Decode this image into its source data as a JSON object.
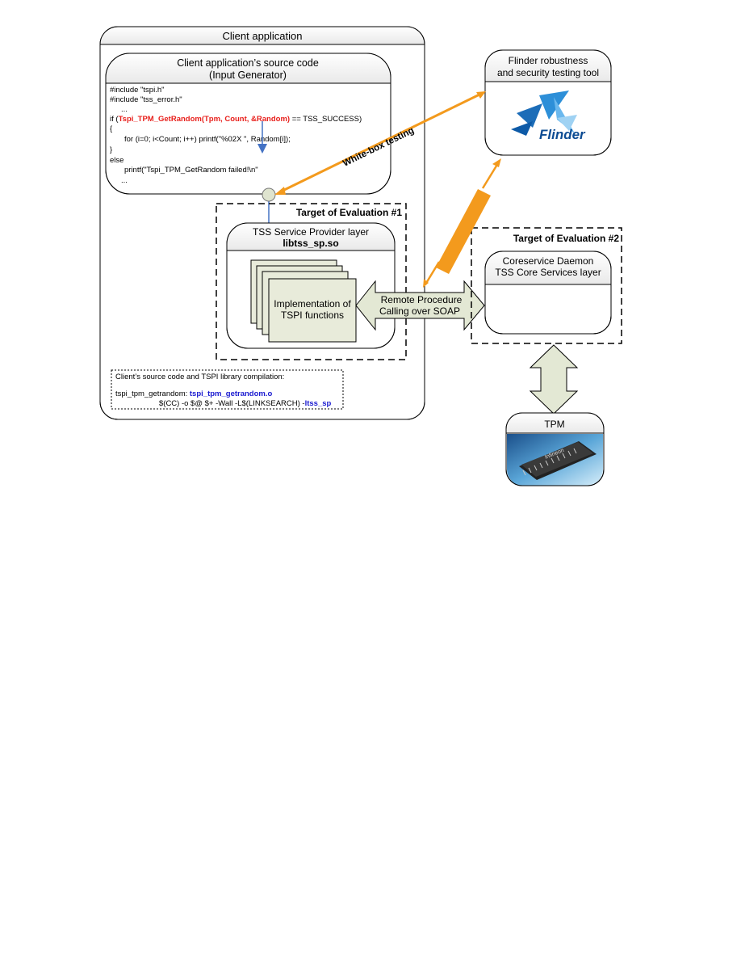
{
  "client_app": {
    "title": "Client application",
    "source_code": {
      "title_line1": "Client application’s source code",
      "title_line2": "(Input Generator)",
      "code_lines": [
        "#include \"tspi.h\"",
        "#include \"tss_error.h\"",
        "...",
        "if (",
        "Tspi_TPM_GetRandom(Tpm, Count, &Random)",
        " == TSS_SUCCESS)",
        "{",
        "for (i=0; i<Count; i++)  printf(\"%02X \", Random[i]);",
        "}",
        "else",
        "printf(\"Tspi_TPM_GetRandom failed!\\n\"",
        "..."
      ]
    },
    "compilation": {
      "heading": "Client’s source code and TSPI library compilation:",
      "line1_prefix": "tspi_tpm_getrandom: ",
      "line1_target": "tspi_tpm_getrandom.o",
      "line2_prefix": "$(CC) -o $@ $+ -Wall -L$(LINKSEARCH) -",
      "line2_lib": "ltss_sp"
    }
  },
  "toe1": {
    "label": "Target of Evaluation #1",
    "sp_layer_line1": "TSS Service Provider layer",
    "sp_layer_line2": "libtss_sp.so",
    "impl_line1": "Implementation of",
    "impl_line2": "TSPI functions"
  },
  "toe2": {
    "label": "Target of Evaluation #2",
    "daemon_line1": "Coreservice Daemon",
    "daemon_line2": "TSS Core Services layer"
  },
  "rpc": {
    "line1": "Remote Procedure",
    "line2": "Calling over SOAP"
  },
  "flinder": {
    "title_line1": "Flinder robustness",
    "title_line2": "and security testing tool",
    "logo_text": "Flinder"
  },
  "whitebox_label": "White-box testing",
  "tpm": {
    "title": "TPM",
    "chip_text": "Infineon"
  },
  "colors": {
    "orange": "#f39a1d",
    "red_code": "#e8201c",
    "blue_code": "#1a1ad0",
    "arrow_fill": "#e3e8d4",
    "card_fill": "#e8ebda",
    "link_blue": "#4472c4"
  }
}
